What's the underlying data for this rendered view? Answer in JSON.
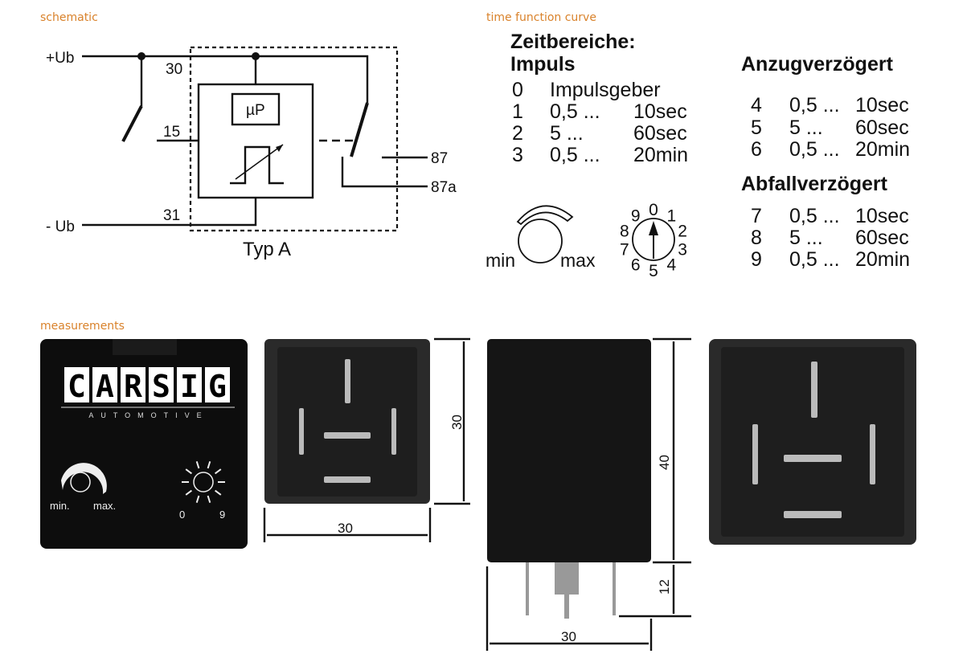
{
  "sections": {
    "schematic": "schematic",
    "time_function": "time function curve",
    "measurements": "measurements"
  },
  "schematic": {
    "plus_ub": "+Ub",
    "minus_ub": "- Ub",
    "pin_30": "30",
    "pin_15": "15",
    "pin_31": "31",
    "pin_87": "87",
    "pin_87a": "87a",
    "mu_p": "µP",
    "type": "Typ A"
  },
  "time_ranges": {
    "title": "Zeitbereiche:",
    "impuls": {
      "heading": "Impuls",
      "rows": [
        {
          "n": "0",
          "range": "Impulsgeber",
          "unit": ""
        },
        {
          "n": "1",
          "range": "0,5 ...",
          "unit": "10sec"
        },
        {
          "n": "2",
          "range": "5 ...",
          "unit": "60sec"
        },
        {
          "n": "3",
          "range": "0,5 ...",
          "unit": "20min"
        }
      ]
    },
    "anzug": {
      "heading": "Anzugverzögert",
      "rows": [
        {
          "n": "4",
          "range": "0,5 ...",
          "unit": "10sec"
        },
        {
          "n": "5",
          "range": "5 ...",
          "unit": "60sec"
        },
        {
          "n": "6",
          "range": "0,5 ...",
          "unit": "20min"
        }
      ]
    },
    "abfall": {
      "heading": "Abfallverzögert",
      "rows": [
        {
          "n": "7",
          "range": "0,5 ...",
          "unit": "10sec"
        },
        {
          "n": "8",
          "range": "5 ...",
          "unit": "60sec"
        },
        {
          "n": "9",
          "range": "0,5 ...",
          "unit": "20min"
        }
      ]
    },
    "knob": {
      "min": "min",
      "max": "max"
    },
    "selector": [
      "0",
      "1",
      "2",
      "3",
      "4",
      "5",
      "6",
      "7",
      "8",
      "9"
    ]
  },
  "front": {
    "brand": "CARSIG",
    "sub": "AUTOMOTIVE",
    "min": "min.",
    "max": "max.",
    "zero": "0",
    "nine": "9"
  },
  "dimensions": {
    "bottom_height": "30",
    "bottom_width": "30",
    "side_height": "40",
    "pin_length": "12",
    "side_width": "30"
  }
}
